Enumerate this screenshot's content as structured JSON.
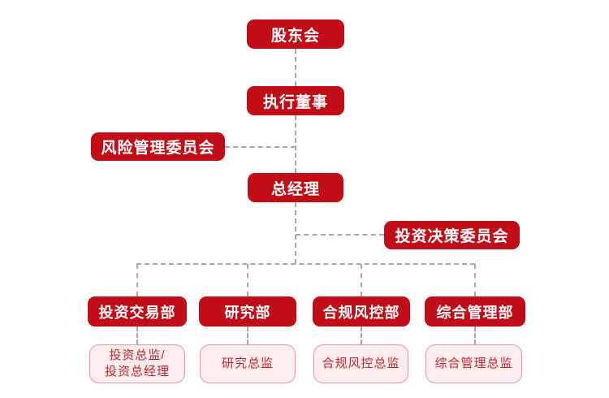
{
  "colors": {
    "box_red": "#C00D18",
    "box_text_white": "#FFFFFF",
    "sub_box_fill": "#FDEDEE",
    "sub_box_border": "#E9959C",
    "sub_box_text": "#C2242C",
    "connector_gray": "#A8A8A8",
    "background": "#FFFFFF"
  },
  "org": {
    "shareholders": "股东会",
    "executive_director": "执行董事",
    "risk_committee": "风险管理委员会",
    "general_manager": "总经理",
    "investment_committee": "投资决策委员会",
    "departments": [
      {
        "label": "投资交易部",
        "sub_lines": [
          "投资总监/",
          "投资总经理"
        ]
      },
      {
        "label": "研究部",
        "sub_lines": [
          "研究总监"
        ]
      },
      {
        "label": "合规风控部",
        "sub_lines": [
          "合规风控总监"
        ]
      },
      {
        "label": "综合管理部",
        "sub_lines": [
          "综合管理总监"
        ]
      }
    ]
  }
}
